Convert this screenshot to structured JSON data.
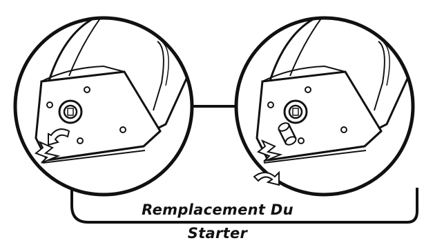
{
  "caption": "Remplacement Du Starter",
  "colors": {
    "ink": "#111111",
    "paper": "#ffffff",
    "shade": "#dcdcdc"
  },
  "icons": [
    "rotate-arrow-icon",
    "unplug-icon",
    "starter-cylinder"
  ],
  "panels": [
    {
      "name": "panel-before",
      "step": "rotate starter counter-clockwise to remove"
    },
    {
      "name": "panel-after",
      "step": "starter removed, new starter inserted"
    }
  ]
}
